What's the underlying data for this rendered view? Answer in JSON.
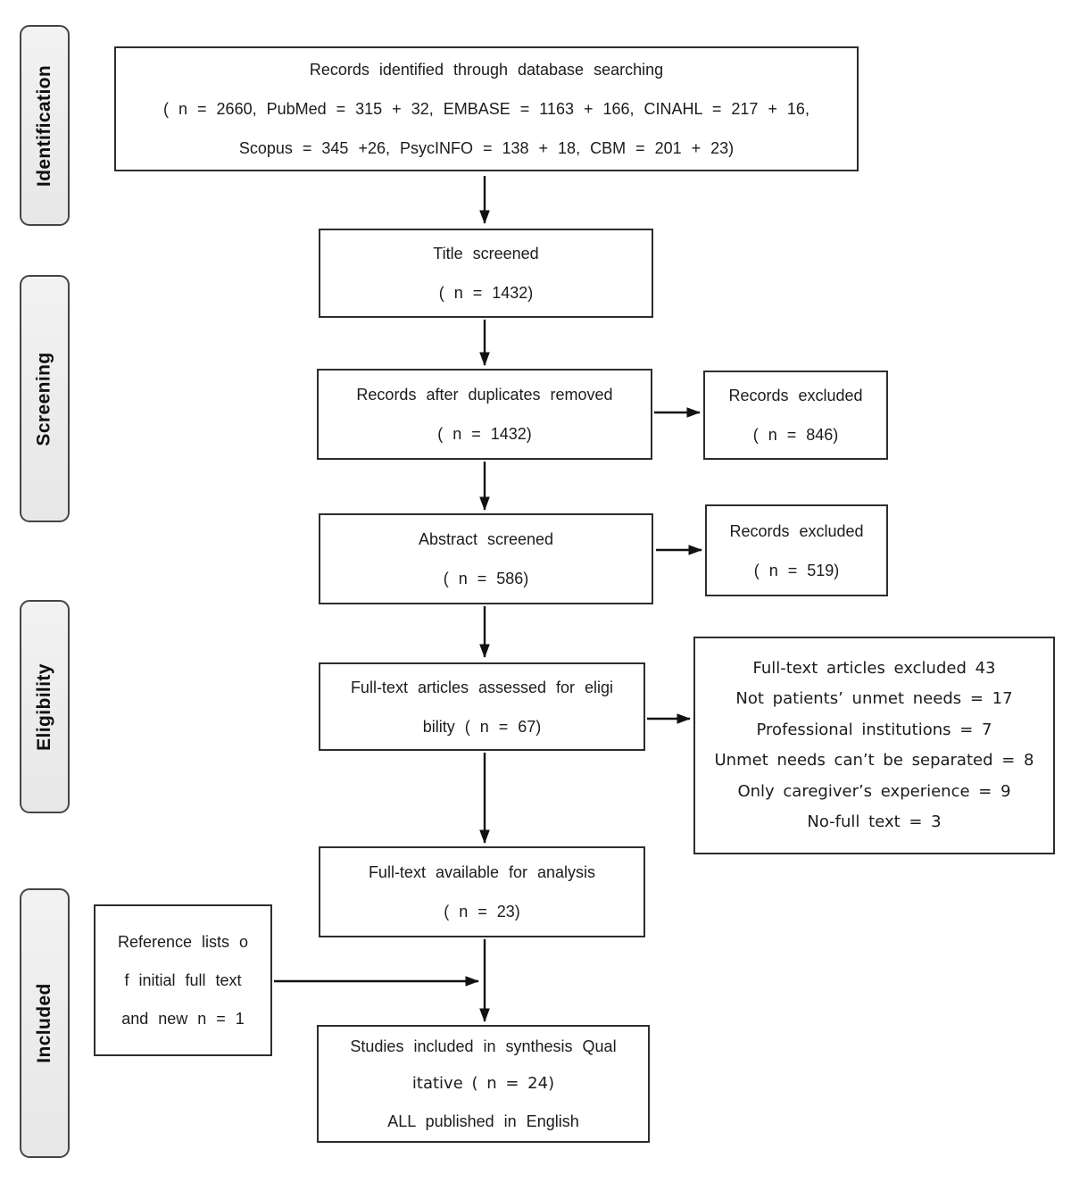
{
  "sidebar": {
    "stages": [
      {
        "label": "Identification"
      },
      {
        "label": "Screening"
      },
      {
        "label": "Eligibility"
      },
      {
        "label": "Included"
      }
    ]
  },
  "boxes": {
    "records_identified": {
      "lines": [
        "Records identified through database searching",
        "( n = 2660, PubMed = 315 + 32, EMBASE = 1163 + 166, CINAHL = 217 + 16,",
        "Scopus = 345 +26, PsycINFO = 138 + 18, CBM = 201 + 23)"
      ]
    },
    "title_screened": {
      "lines": [
        "Title screened",
        "( n = 1432)"
      ]
    },
    "duplicates_removed": {
      "lines": [
        "Records after duplicates removed",
        "( n = 1432)"
      ]
    },
    "records_excluded_title": {
      "lines": [
        "Records excluded",
        "( n = 846)"
      ]
    },
    "abstract_screened": {
      "lines": [
        "Abstract screened",
        "( n = 586)"
      ]
    },
    "records_excluded_abstract": {
      "lines": [
        "Records excluded",
        "( n = 519)"
      ]
    },
    "fulltext_assessed": {
      "lines": [
        "Full-text articles assessed for eligi",
        "bility ( n = 67)"
      ]
    },
    "fulltext_excluded": {
      "lines": [
        "Full-text articles excluded 43",
        "Not patients’ unmet needs = 17",
        "Professional institutions = 7",
        "Unmet needs can’t be separated = 8",
        "Only caregiver’s experience = 9",
        "No-full text = 3"
      ]
    },
    "fulltext_available": {
      "lines": [
        "Full-text available for analysis",
        "( n = 23)"
      ]
    },
    "reference_lists": {
      "lines": [
        "Reference lists o",
        "f initial full text",
        "and new n = 1"
      ]
    },
    "studies_included": {
      "lines": [
        "Studies included in synthesis Qual",
        "itative ( n = 24)",
        "ALL published in English"
      ]
    }
  },
  "colors": {
    "box_border": "#2d2d2d",
    "stage_fill": "#ececec",
    "stage_border": "#454545",
    "arrow": "#111111",
    "text": "#1c1c1c"
  }
}
